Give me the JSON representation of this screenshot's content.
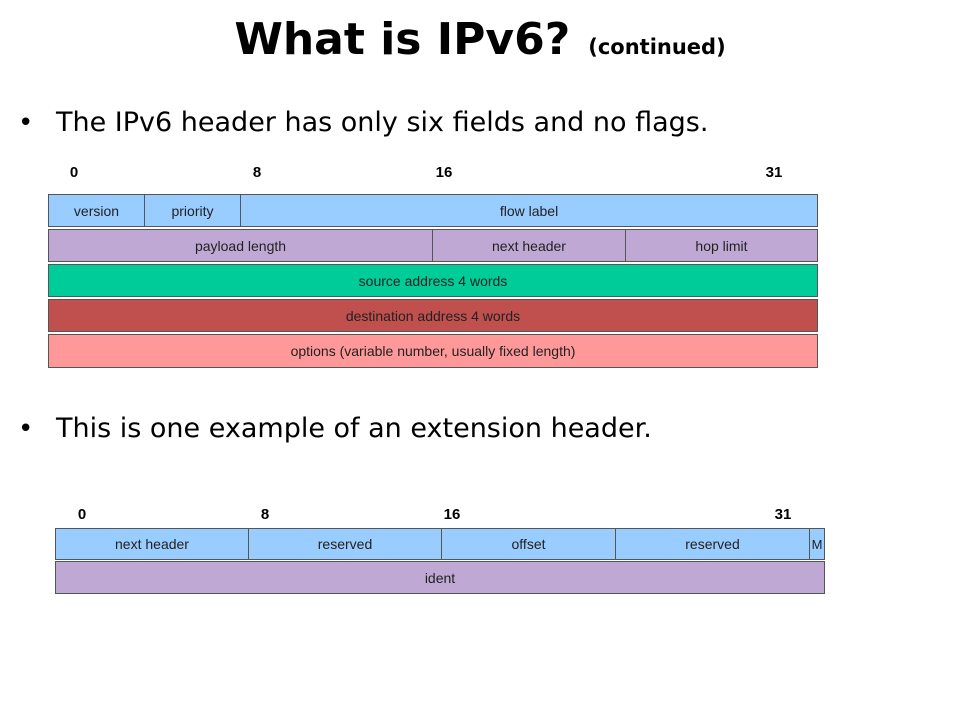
{
  "slide": {
    "title": "What is IPv6?",
    "title_suffix": "(continued)",
    "bullet_char": "•",
    "bullets": [
      "The IPv6 header has only six fields and no flags.",
      "This is one example of an extension header."
    ]
  },
  "ipv6_header": {
    "ticks": [
      "0",
      "8",
      "16",
      "31"
    ],
    "fields": {
      "version": "version",
      "priority": "priority",
      "flow_label": "flow label",
      "payload_length": "payload length",
      "next_header": "next header",
      "hop_limit": "hop limit",
      "source_address": "source address  4 words",
      "destination_address": "destination address  4 words",
      "options": "options (variable number, usually fixed length)"
    },
    "colors": {
      "row1": "#99ccff",
      "row2": "#c0a8d4",
      "source": "#00cc99",
      "destination": "#c0504d",
      "options": "#ff9999"
    }
  },
  "extension_header": {
    "ticks": [
      "0",
      "8",
      "16",
      "31"
    ],
    "fields": {
      "next_header": "next header",
      "reserved_1": "reserved",
      "offset": "offset",
      "reserved_2": "reserved",
      "m_flag": "M",
      "ident": "ident"
    },
    "colors": {
      "row1": "#99ccff",
      "ident": "#c0a8d4"
    }
  }
}
